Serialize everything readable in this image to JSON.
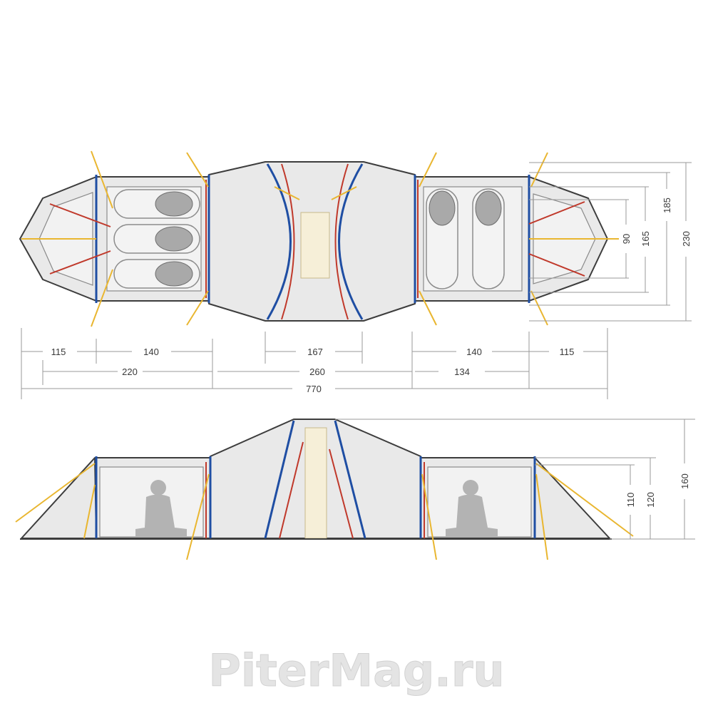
{
  "plan_dimensions": {
    "upper_row": [
      "115",
      "140",
      "167",
      "140",
      "115"
    ],
    "middle_row": [
      "220",
      "260",
      "134"
    ],
    "total_length": "770",
    "right_heights": [
      "90",
      "165",
      "185",
      "230"
    ]
  },
  "side_dimensions": {
    "heights": [
      "110",
      "120",
      "160"
    ]
  },
  "watermark": "PiterMag.ru",
  "colors": {
    "pole_blue": "#1f4ea3",
    "pole_red": "#c0392b",
    "guy_line_yellow": "#e9b630",
    "outline": "#3d3d3d",
    "fabric": "#e9e9e9"
  }
}
